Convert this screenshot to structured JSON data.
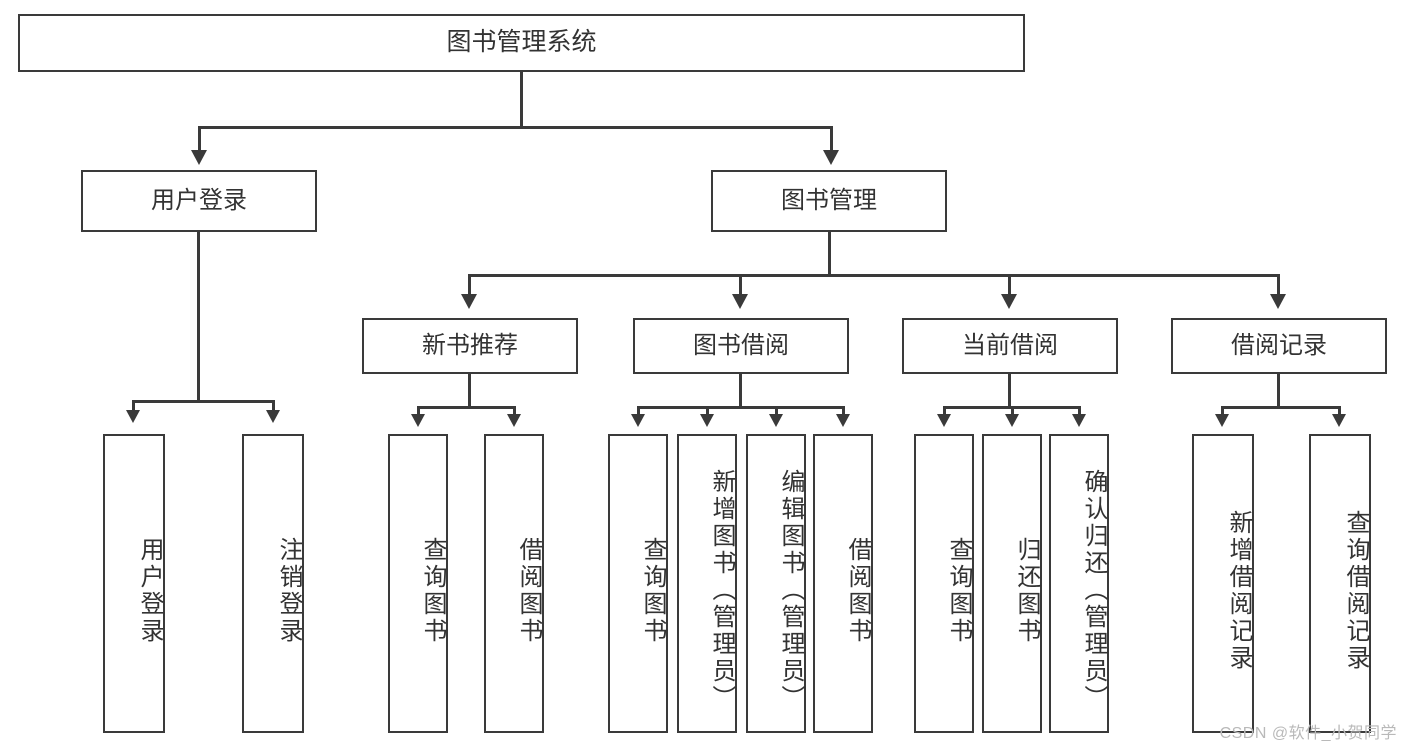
{
  "diagram": {
    "type": "tree",
    "title": "图书管理系统",
    "root": {
      "label": "图书管理系统"
    },
    "level1": [
      {
        "label": "用户登录"
      },
      {
        "label": "图书管理"
      }
    ],
    "level2": [
      {
        "label": "新书推荐"
      },
      {
        "label": "图书借阅"
      },
      {
        "label": "当前借阅"
      },
      {
        "label": "借阅记录"
      }
    ],
    "leaves": {
      "user_login": [
        {
          "label": "用户登录"
        },
        {
          "label": "注销登录"
        }
      ],
      "new_book_recommend": [
        {
          "label": "查询图书"
        },
        {
          "label": "借阅图书"
        }
      ],
      "book_borrow": [
        {
          "label": "查询图书"
        },
        {
          "label": "新增图书（管理员）"
        },
        {
          "label": "编辑图书（管理员）"
        },
        {
          "label": "借阅图书"
        }
      ],
      "current_borrow": [
        {
          "label": "查询图书"
        },
        {
          "label": "归还图书"
        },
        {
          "label": "确认归还（管理员）"
        }
      ],
      "borrow_record": [
        {
          "label": "新增借阅记录"
        },
        {
          "label": "查询借阅记录"
        }
      ]
    },
    "watermark": "CSDN @软件_小贺同学",
    "colors": {
      "box_border": "#3a3a3a",
      "box_fill": "#ffffff",
      "text": "#333333",
      "connector": "#3a3a3a",
      "watermark": "#b9b9b9"
    }
  }
}
